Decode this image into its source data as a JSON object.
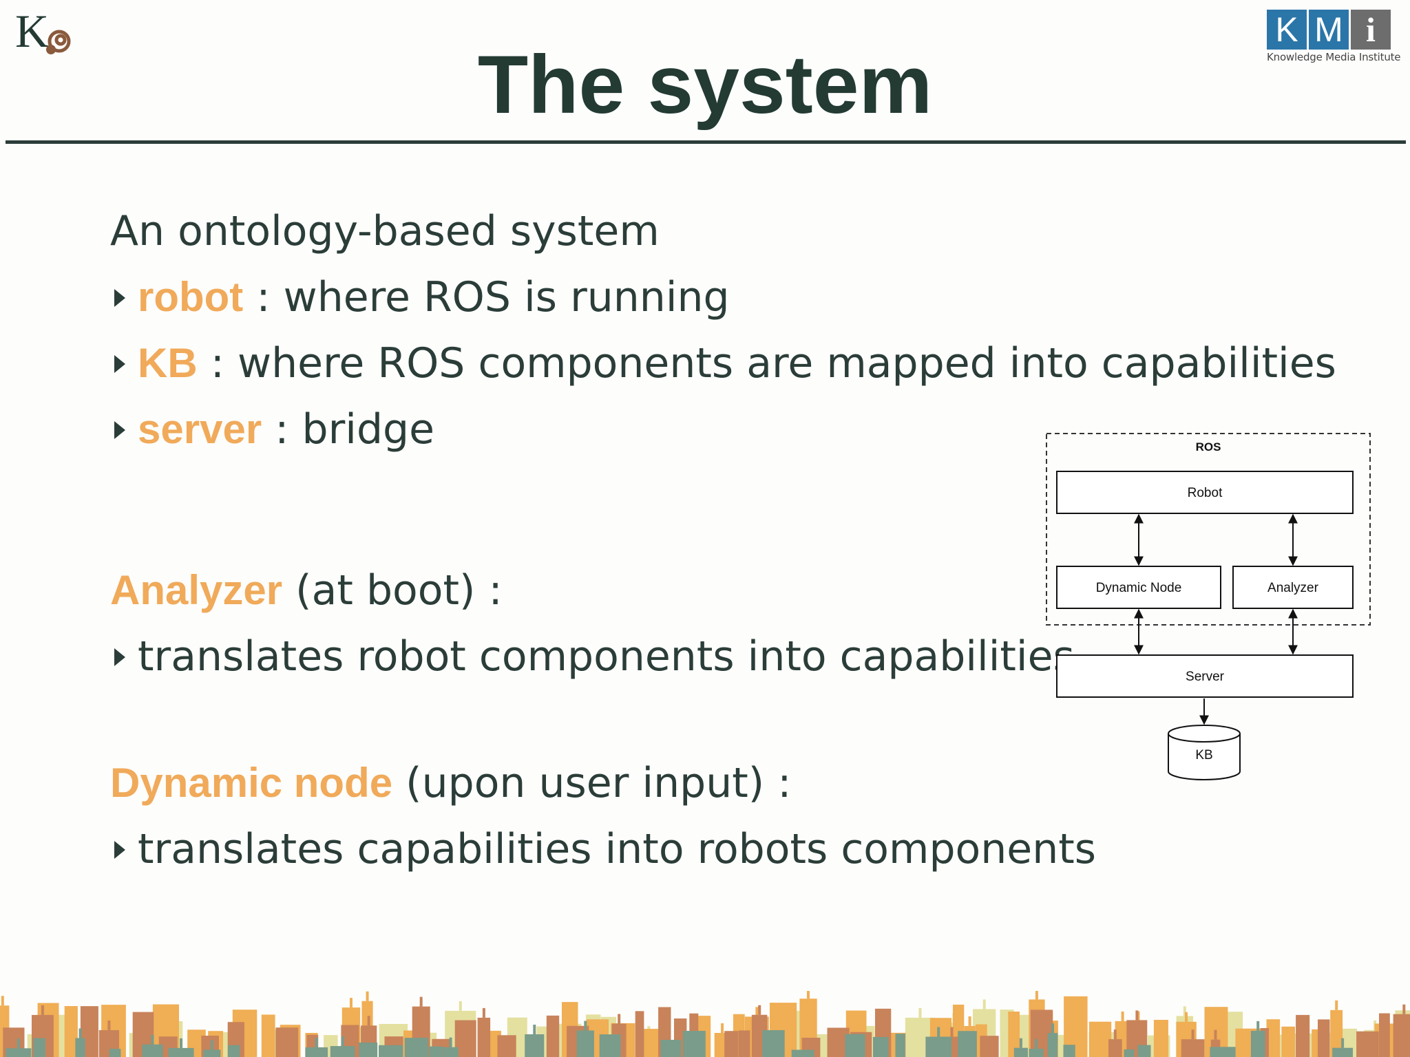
{
  "slide": {
    "title": "The system"
  },
  "logos": {
    "left": "K",
    "kmi_letters": [
      "K",
      "M",
      "i"
    ],
    "kmi_caption": "Knowledge Media Institute"
  },
  "content": {
    "intro": "An ontology-based system",
    "bullets1": [
      {
        "term": "robot",
        "rest": " : where ROS is running"
      },
      {
        "term": "KB",
        "rest": " : where ROS components are mapped into capabilities"
      },
      {
        "term": "server",
        "rest": " : bridge"
      }
    ],
    "analyzer": {
      "term": "Analyzer",
      "rest": " (at boot) :"
    },
    "analyzer_bullet": "translates robot components into capabilities",
    "dynamic": {
      "term": "Dynamic node",
      "rest": " (upon user input) :"
    },
    "dynamic_bullet": "translates capabilities into robots components"
  },
  "diagram": {
    "group_label": "ROS",
    "robot": "Robot",
    "dynamic_node": "Dynamic Node",
    "analyzer": "Analyzer",
    "server": "Server",
    "kb": "KB"
  },
  "colors": {
    "text": "#2b3d38",
    "highlight": "#f0aa5a",
    "kmi_blue": "#2b76a8"
  }
}
